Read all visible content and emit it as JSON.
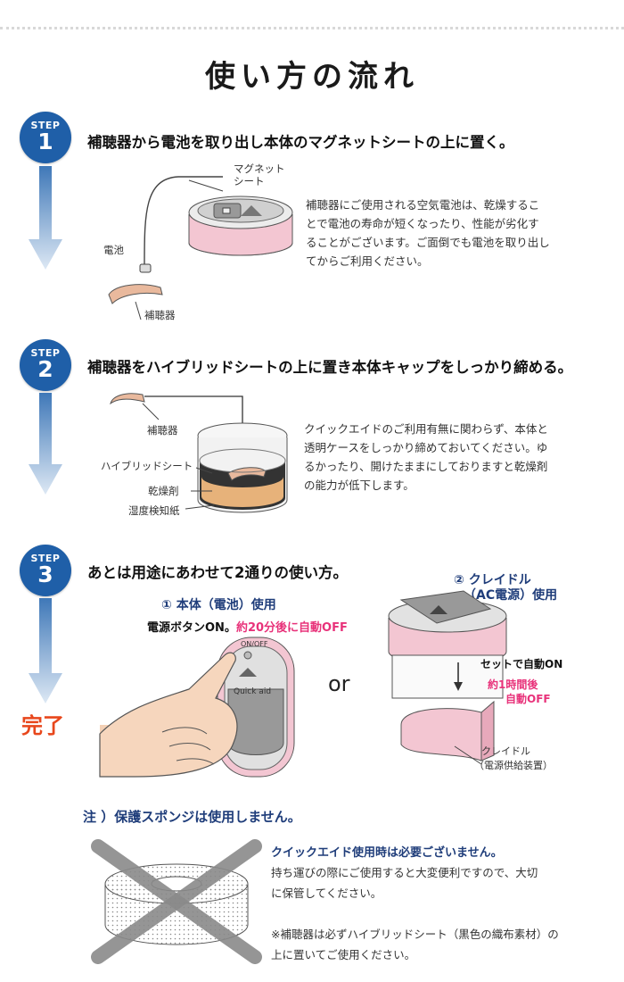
{
  "page": {
    "title": "使い方の流れ",
    "done_label": "完了"
  },
  "steps": [
    {
      "badge_top": "STEP",
      "badge_num": "1",
      "heading": "補聴器から電池を取り出し本体のマグネットシートの上に置く。",
      "labels": [
        "マグネット",
        "シート",
        "電池",
        "補聴器"
      ],
      "text": [
        "補聴器にご使用される空気電池は、乾燥するこ",
        "とで電池の寿命が短くなったり、性能が劣化す",
        "ることがございます。ご面倒でも電池を取り出し",
        "てからご利用ください。"
      ]
    },
    {
      "badge_top": "STEP",
      "badge_num": "2",
      "heading": "補聴器をハイブリッドシートの上に置き本体キャップをしっかり締める。",
      "labels": [
        "補聴器",
        "ハイブリッドシート",
        "乾燥剤",
        "湿度検知紙"
      ],
      "text": [
        "クイックエイドのご利用有無に関わらず、本体と",
        "透明ケースをしっかり締めておいてください。ゆ",
        "るかったり、開けたままにしておりますと乾燥剤",
        "の能力が低下します。"
      ]
    },
    {
      "badge_top": "STEP",
      "badge_num": "3",
      "heading": "あとは用途にあわせて2通りの使い方。",
      "option1_title": "① 本体（電池）使用",
      "option1_desc_a": "電源ボタンON。",
      "option1_desc_b": "約20分後に自動OFF",
      "or_text": "or",
      "option2_title_1": "② クレイドル",
      "option2_title_2": "（AC電源）使用",
      "option2_set": "セットで自動ON",
      "option2_timer_1": "約1時間後",
      "option2_timer_2": "自動OFF",
      "cradle_1": "クレイドル",
      "cradle_2": "（電源供給装置）",
      "device_onoff": "ON/OFF",
      "device_brand": "Quick aid"
    }
  ],
  "note": {
    "title": "注 ）保護スポンジは使用しません。",
    "subtitle": "クイックエイド使用時は必要ございません。",
    "lines": [
      "持ち運びの際にご使用すると大変便利ですので、大切",
      "に保管してください。",
      "",
      "※補聴器は必ずハイブリッドシート（黒色の織布素材）の",
      "上に置いてご使用ください。"
    ]
  },
  "colors": {
    "badge": "#1f5fa8",
    "arrow_top": "#3f78b8",
    "arrow_bottom": "#dde8f4",
    "accent_red": "#e8471c",
    "accent_pink": "#e8327a",
    "navy": "#1f3d7a",
    "device_pink": "#f3c6d2"
  }
}
